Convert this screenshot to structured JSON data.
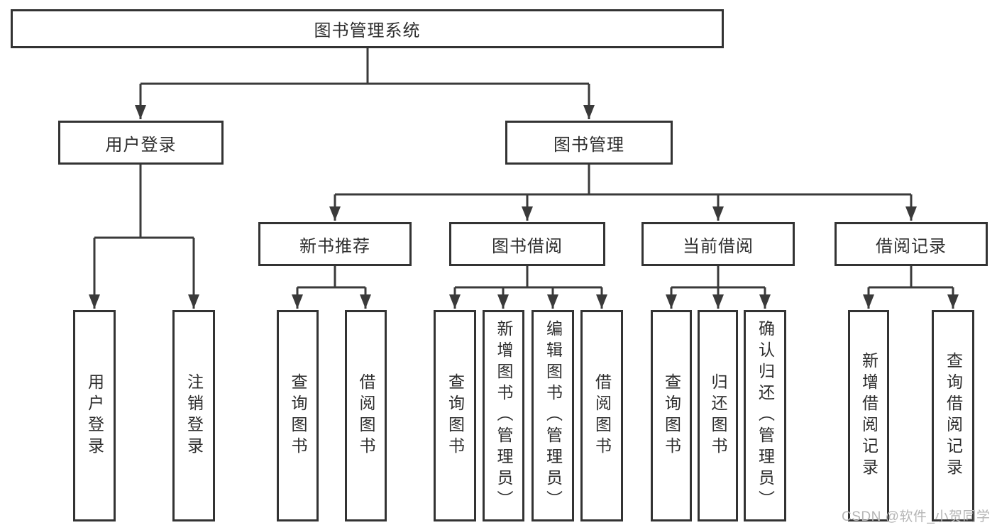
{
  "diagram_type": "hierarchy-tree",
  "colors": {
    "line": "#3a3a3a",
    "box_border": "#333333",
    "text": "#2e2e2e",
    "background": "#ffffff",
    "watermark_text": "#b5b5b5"
  },
  "tree": {
    "label": "图书管理系统",
    "children": [
      {
        "label": "用户登录",
        "children": [
          {
            "label": "用户登录"
          },
          {
            "label": "注销登录"
          }
        ]
      },
      {
        "label": "图书管理",
        "children": [
          {
            "label": "新书推荐",
            "children": [
              {
                "label": "查询图书"
              },
              {
                "label": "借阅图书"
              }
            ]
          },
          {
            "label": "图书借阅",
            "children": [
              {
                "label": "查询图书"
              },
              {
                "label": "新增图书（管理员）"
              },
              {
                "label": "编辑图书（管理员）"
              },
              {
                "label": "借阅图书"
              }
            ]
          },
          {
            "label": "当前借阅",
            "children": [
              {
                "label": "查询图书"
              },
              {
                "label": "归还图书"
              },
              {
                "label": "确认归还（管理员）"
              }
            ]
          },
          {
            "label": "借阅记录",
            "children": [
              {
                "label": "新增借阅记录"
              },
              {
                "label": "查询借阅记录"
              }
            ]
          }
        ]
      }
    ]
  },
  "watermark": {
    "text": "CSDN @软件_小贺同学"
  }
}
